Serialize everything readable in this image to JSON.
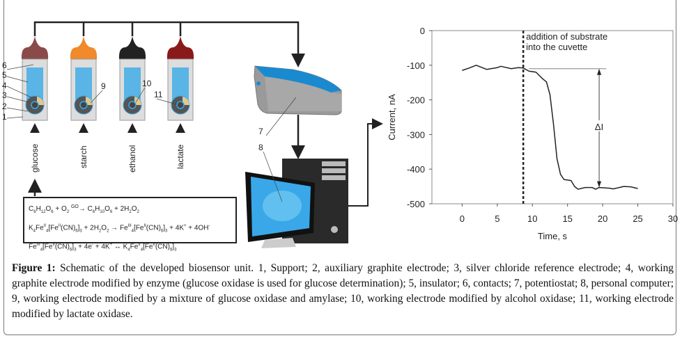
{
  "figure": {
    "caption_label": "Figure 1:",
    "caption_text": " Schematic of the developed biosensor unit. 1, Support; 2, auxiliary graphite electrode; 3, silver chloride reference electrode; 4, working graphite electrode modified by enzyme (glucose oxidase is used for glucose determination); 5, insulator; 6, contacts; 7, potentiostat; 8, personal computer; 9, working electrode modified by a mixture of glucose oxidase and amylase; 10, working electrode modified by alcohol oxidase; 11, working electrode modified by lactate oxidase."
  },
  "schematic": {
    "substrates": [
      "glucose",
      "starch",
      "ethanol",
      "lactate"
    ],
    "part_labels": [
      "1",
      "2",
      "3",
      "4",
      "5",
      "6",
      "7",
      "8",
      "9",
      "10",
      "11"
    ],
    "equations": {
      "eq1": "C6H12O6 + O2 →(GO) C6H10O6 + 2H2O2",
      "eq2": "K4FeII4[FeII(CN)6]3 + 2H2O2 → FeIII4[FeII(CN)6]3 + 4K+ + 4OH−",
      "eq3": "FeIII4[FeII(CN)6]3 + 4e− + 4K+ ↔ K4FeII4[FeII(CN)6]3",
      "go": "GO"
    },
    "colors": {
      "insulator": "#5ab4e6",
      "electrode": "#555555",
      "reference": "#e0c890",
      "potentiostat_accent": "#1a8ad0",
      "screen": "#3aa8e8"
    }
  },
  "chart_data": {
    "type": "line",
    "xlabel": "Time, s",
    "ylabel": "Current, nA",
    "xlim": [
      -4.3,
      30
    ],
    "ylim": [
      -500,
      0
    ],
    "xticks": [
      0,
      5,
      10,
      15,
      20,
      25,
      30
    ],
    "yticks": [
      0,
      -100,
      -200,
      -300,
      -400,
      -500
    ],
    "x": [
      0,
      1,
      2,
      3,
      3.5,
      5,
      5.5,
      7,
      8,
      8.7,
      9.5,
      10.5,
      11.5,
      12,
      12.5,
      13,
      13.5,
      14,
      14.5,
      15.5,
      16,
      16.5,
      17.5,
      18.5,
      19,
      19.5,
      21,
      21.5,
      23,
      24,
      25
    ],
    "y": [
      -115,
      -108,
      -100,
      -108,
      -112,
      -107,
      -103,
      -110,
      -107,
      -108,
      -117,
      -120,
      -140,
      -148,
      -185,
      -270,
      -370,
      -415,
      -430,
      -433,
      -450,
      -458,
      -453,
      -453,
      -458,
      -453,
      -455,
      -457,
      -450,
      -451,
      -456
    ],
    "annotations": {
      "addition": [
        "addition of substrate",
        "into the cuvette"
      ],
      "addition_time": 8.7,
      "delta_label": "ΔI",
      "delta_x": 19.5,
      "delta_from": -110,
      "delta_to": -453
    },
    "grid": false
  }
}
